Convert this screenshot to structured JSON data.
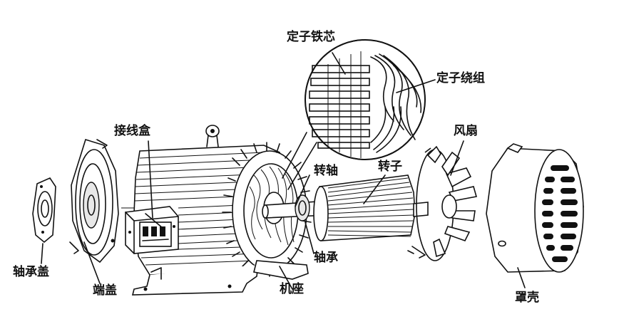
{
  "labels": {
    "stator_core": "定子铁芯",
    "stator_winding": "定子绕组",
    "fan": "风扇",
    "junction_box": "接线盒",
    "shaft": "转轴",
    "rotor": "转子",
    "bearing": "轴承",
    "frame": "机座",
    "bearing_cap": "轴承盖",
    "end_cover": "端盖",
    "fan_cover": "罩壳"
  }
}
